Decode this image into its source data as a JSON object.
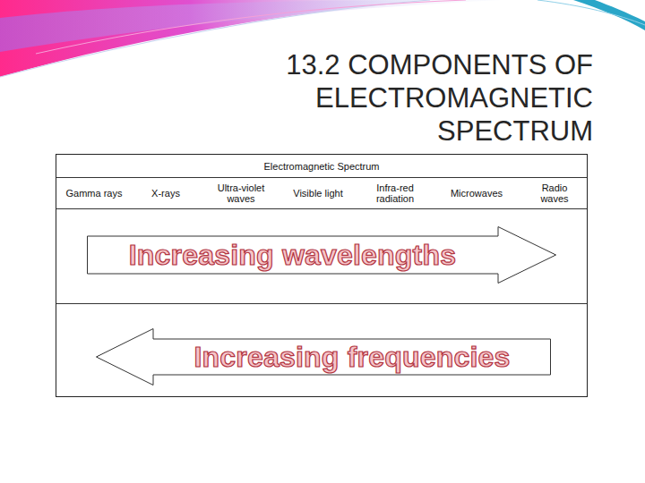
{
  "diagram": {
    "title": "13.2 COMPONENTS OF ELECTROMAGNETIC SPECTRUM",
    "nodes": [
      {
        "text": [
          "Electromagnetic Spectrum"
        ]
      },
      {
        "text": [
          "Gamma rays"
        ],
        "in": 0
      },
      {
        "text": [
          "X-rays"
        ],
        "in": 0
      },
      {
        "text": [
          "Ultra-violet waves"
        ],
        "in": 0
      },
      {
        "text": [
          "Visible light"
        ],
        "in": 0
      },
      {
        "text": [
          "Infra-red radiation"
        ],
        "in": 0
      },
      {
        "text": [
          "Microwaves"
        ],
        "in": 0
      },
      {
        "text": [
          "Radio waves"
        ],
        "in": 0
      },
      {
        "text": [
          "Increasing wavelengths"
        ],
        "in": 0
      },
      {
        "text": [
          "Increasing frequencies"
        ],
        "in": 0
      }
    ]
  }
}
